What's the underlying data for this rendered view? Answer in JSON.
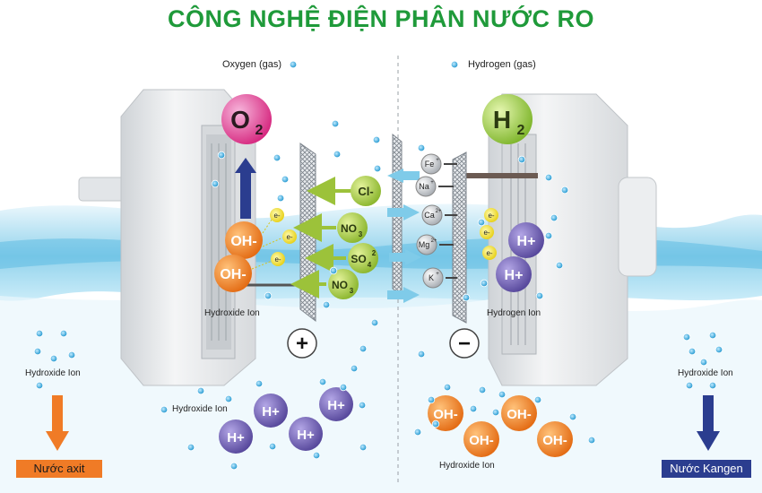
{
  "title": "CÔNG NGHỆ ĐIỆN PHÂN NƯỚC RO",
  "labels": {
    "oxygen_gas": "Oxygen (gas)",
    "hydrogen_gas": "Hydrogen (gas)",
    "hydroxide_ion": "Hydroxide Ion",
    "hydrogen_ion": "Hydrogen Ion"
  },
  "molecules": {
    "o2": "O",
    "o2_sub": "2",
    "h2": "H",
    "h2_sub": "2"
  },
  "electrodes": {
    "anode_sign": "+",
    "cathode_sign": "−"
  },
  "anions": {
    "cl": "Cl-",
    "no3_a": "NO",
    "no3_a_sub": "3",
    "so4": "SO",
    "so4_sub": "4",
    "so4_sup": "2",
    "no3_b": "NO",
    "no3_b_sub": "3"
  },
  "cations": {
    "fe": "Fe",
    "fe_sup": "+",
    "na": "Na",
    "na_sup": "+",
    "ca": "Ca",
    "ca_sup": "2+",
    "mg": "Mg",
    "mg_sup": "2+",
    "k": "K",
    "k_sup": "+"
  },
  "ions": {
    "oh": "OH-",
    "h_plus": "H+",
    "electron": "e-"
  },
  "outputs": {
    "acid": "Nước axit",
    "kangen": "Nước Kangen"
  },
  "colors": {
    "title_green": "#1f9a3a",
    "oh_orange": "#ef7d23",
    "h_purple": "#6a5aa8",
    "anion_green": "#9cc23a",
    "cation_gray": "#b9bec4",
    "o2_pink": "#e0479a",
    "h2_green": "#8cc43a",
    "water_blue": "#2aa5d6",
    "acid_orange": "#f07b26",
    "kangen_navy": "#2b3d8f"
  }
}
